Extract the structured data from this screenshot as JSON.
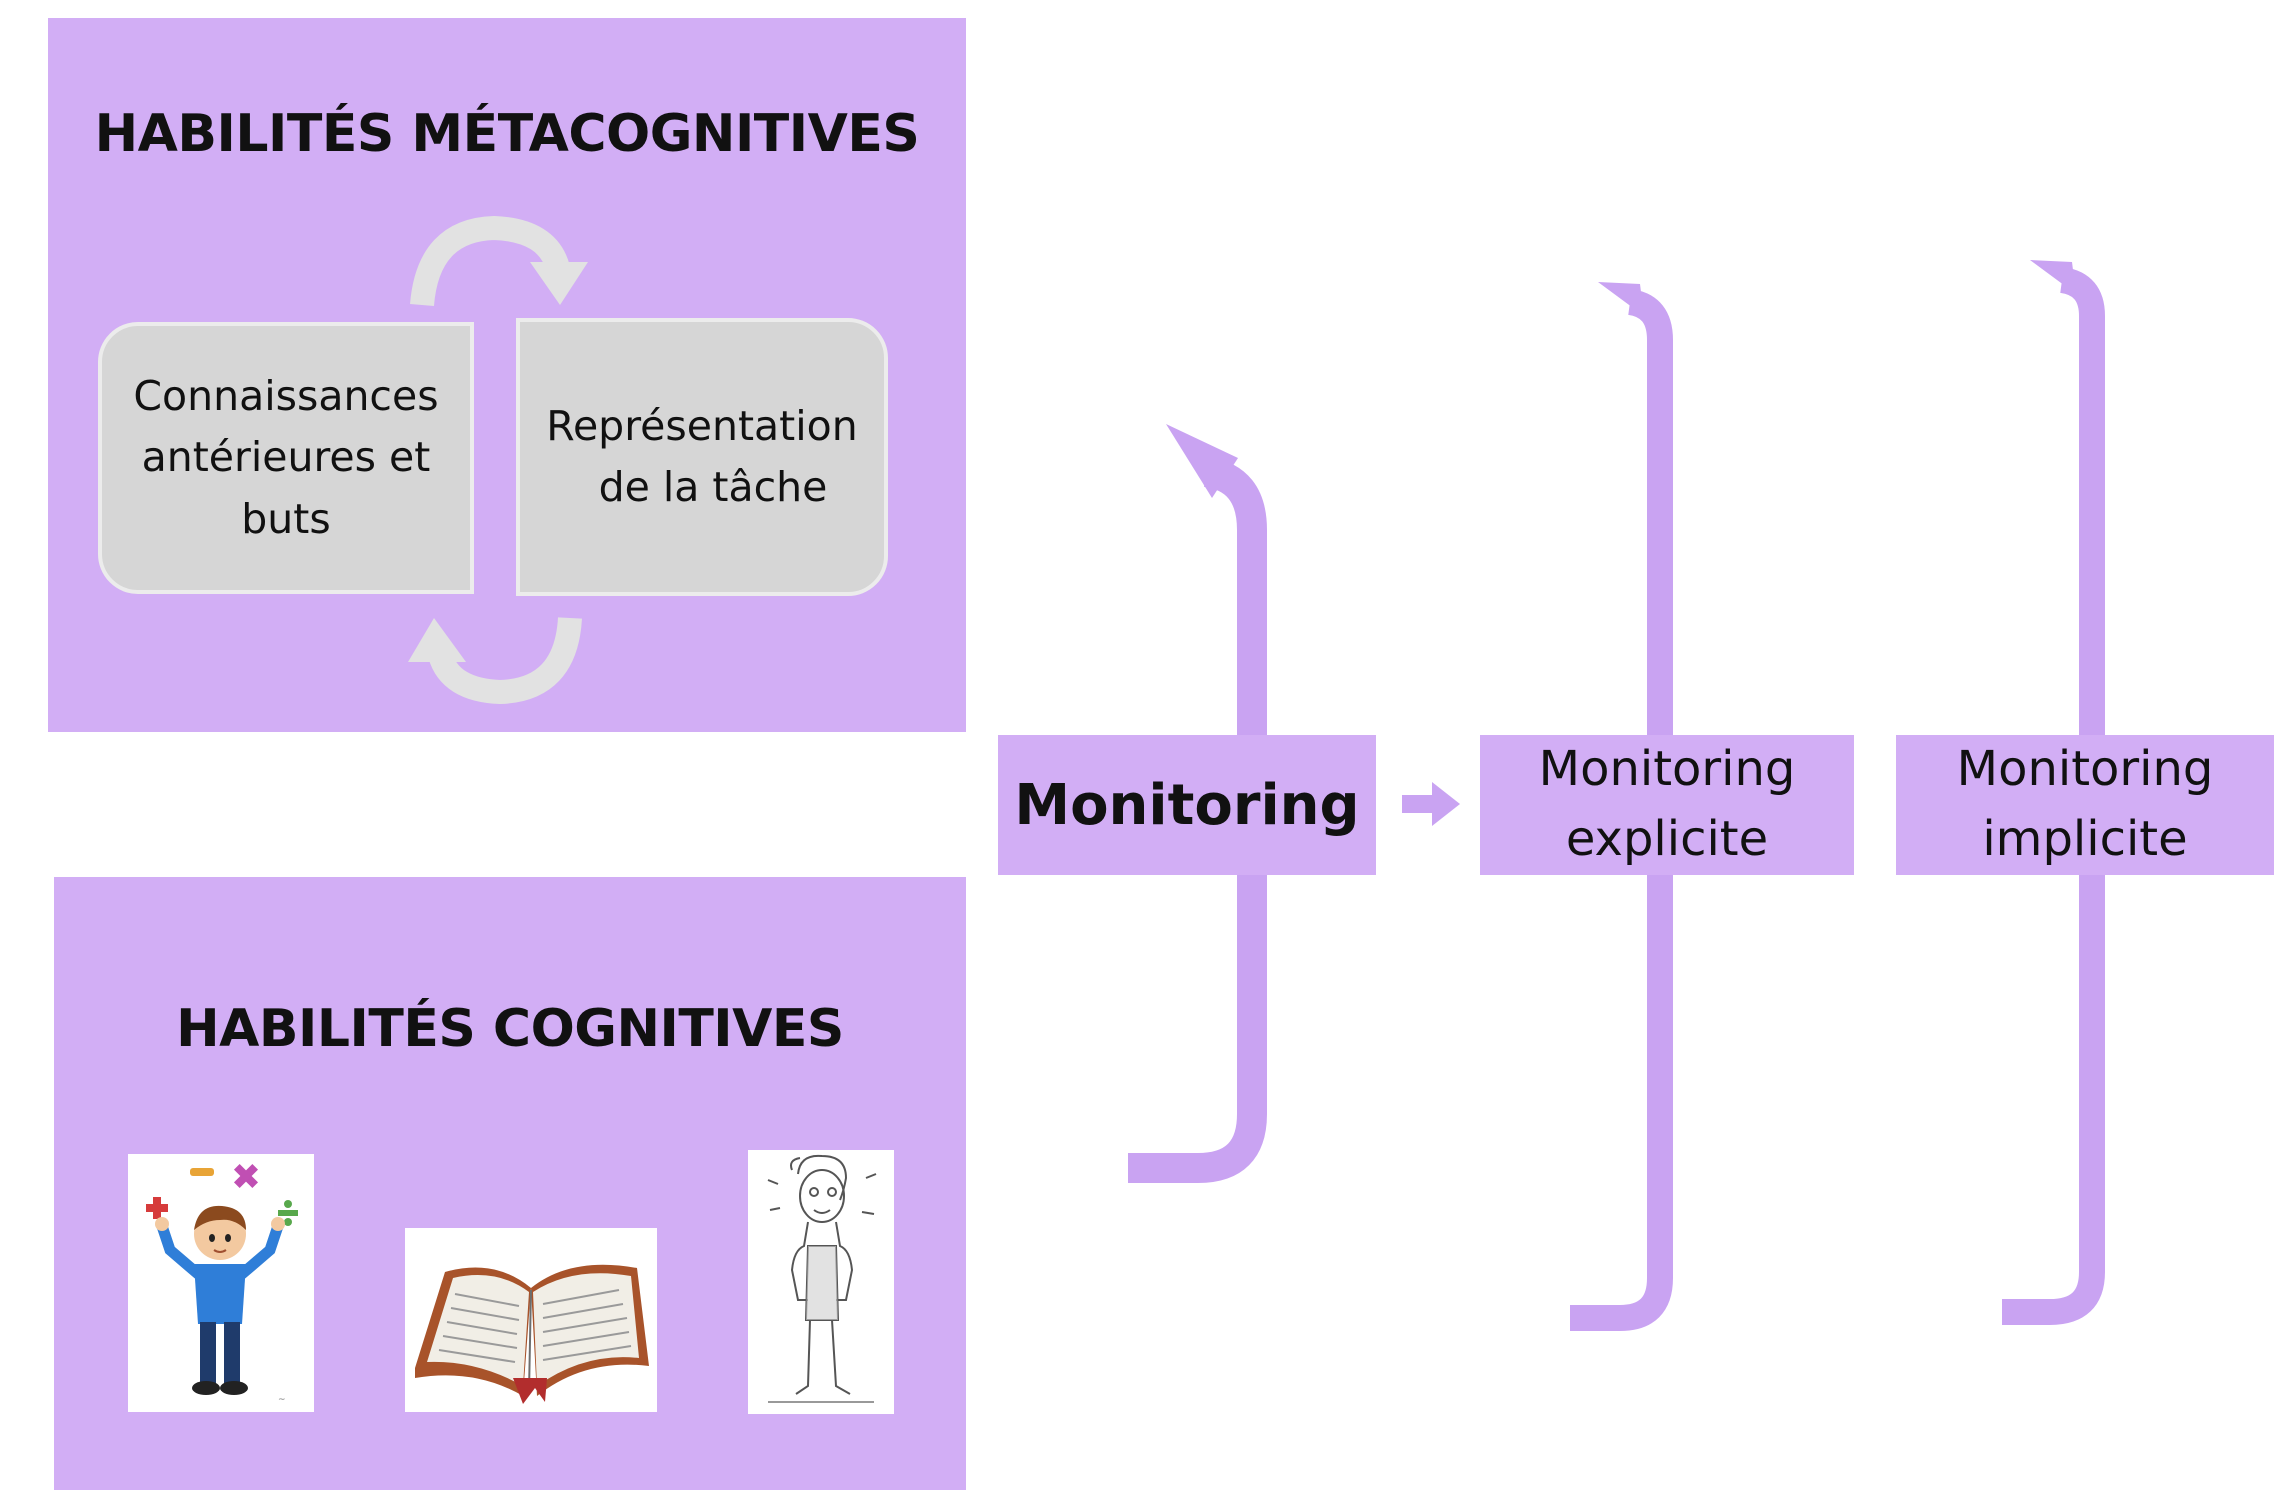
{
  "metacognitive": {
    "title": "HABILITÉS MÉTACOGNITIVES",
    "box_left": [
      "Connaissances",
      "antérieures et",
      "buts"
    ],
    "box_right": [
      "Représentation",
      "de la tâche"
    ]
  },
  "cognitive": {
    "title": "HABILITÉS COGNITIVES",
    "images": [
      "child-juggling-math-symbols",
      "open-book",
      "thinking-man-sketch"
    ]
  },
  "monitoring": {
    "main": "Monitoring",
    "explicit": [
      "Monitoring",
      "explicite"
    ],
    "implicit": [
      "Monitoring",
      "implicite"
    ]
  },
  "colors": {
    "panel": "#d2aef5",
    "arrow": "#c9a3f2",
    "grey_box": "#d6d6d6",
    "cycle_arrow": "#e2e2e2"
  },
  "icons": {
    "flow_arrow": "right-arrow-icon",
    "cycle": "cycle-arrow-icon",
    "bracket": "return-arrow-icon"
  }
}
